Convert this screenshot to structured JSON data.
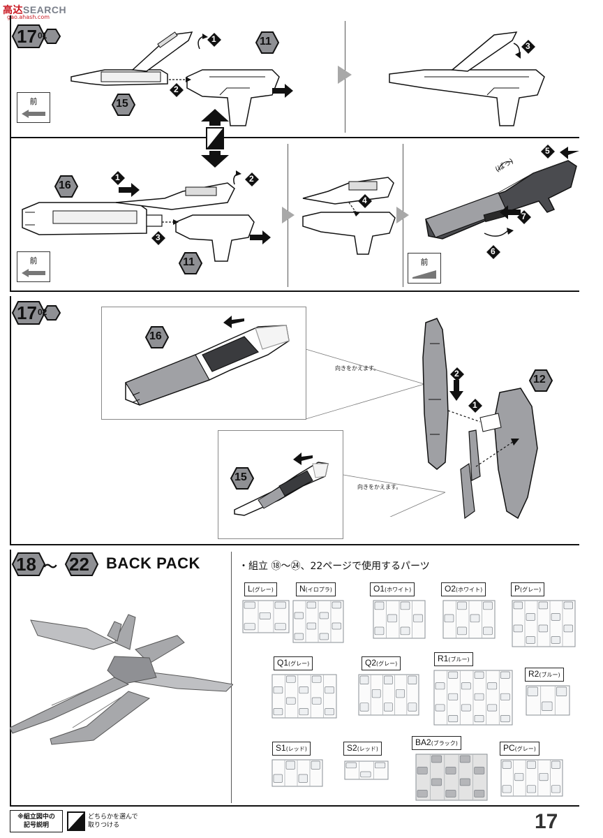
{
  "watermark": {
    "text_a": "高",
    "text_b": "达",
    "text_c": "SEARCH",
    "sub": "gao.ahash.com"
  },
  "step17_01": {
    "step": "17",
    "sub": "01",
    "parts": [
      "11",
      "15",
      "16",
      "11"
    ],
    "arrows": [
      "1",
      "2",
      "3",
      "1",
      "2",
      "3",
      "4",
      "5",
      "6",
      "7"
    ],
    "front_label": "前",
    "click_sound": "(ぱっ)"
  },
  "step17_02": {
    "step": "17",
    "sub": "02",
    "parts": [
      "16",
      "15",
      "12"
    ],
    "arrows": [
      "2",
      "1"
    ],
    "reverse_note": "向きをかえます。"
  },
  "step18_22": {
    "from": "18",
    "to": "22",
    "tilde": "〜",
    "title": "BACK PACK",
    "parts_title": "・組立 ⑱〜㉔、22ページで使用するパーツ",
    "runners": [
      {
        "code": "L",
        "note": "(グレー)"
      },
      {
        "code": "N",
        "note": "(イロプラ)"
      },
      {
        "code": "O1",
        "note": "(ホワイト)"
      },
      {
        "code": "O2",
        "note": "(ホワイト)"
      },
      {
        "code": "P",
        "note": "(グレー)"
      },
      {
        "code": "Q1",
        "note": "(グレー)"
      },
      {
        "code": "Q2",
        "note": "(グレー)"
      },
      {
        "code": "R1",
        "note": "(ブルー)"
      },
      {
        "code": "R2",
        "note": "(ブルー)"
      },
      {
        "code": "S1",
        "note": "(レッド)"
      },
      {
        "code": "S2",
        "note": "(レッド)"
      },
      {
        "code": "BA2",
        "note": "(ブラック)"
      },
      {
        "code": "PC",
        "note": "(グレー)"
      }
    ]
  },
  "footer": {
    "legend_title_1": "※組立図中の",
    "legend_title_2": "記号説明",
    "legend_text_1": "どちらかを選んで",
    "legend_text_2": "取りつける",
    "page_number": "17"
  },
  "colors": {
    "line": "#111111",
    "tone": "#8f9094",
    "dark": "#3a3b3e",
    "red": "#c8141e"
  }
}
